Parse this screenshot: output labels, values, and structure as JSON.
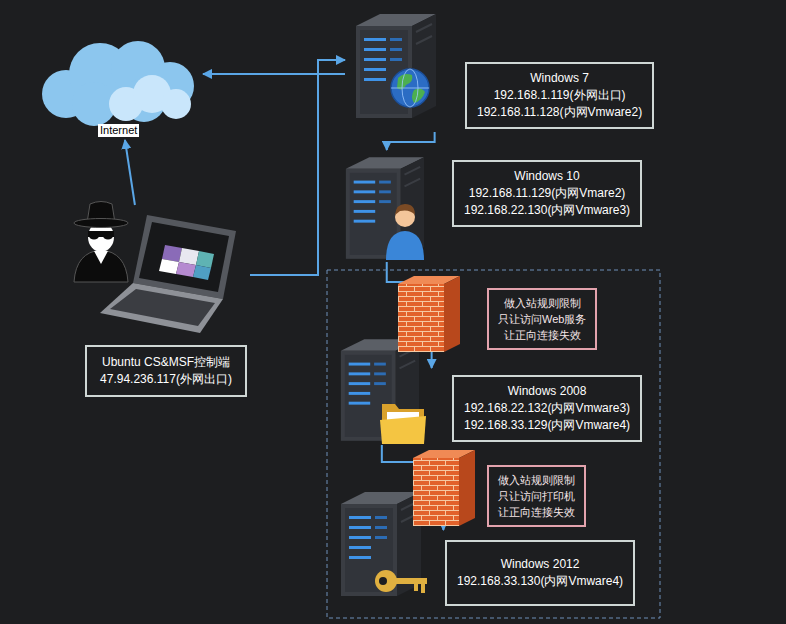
{
  "diagram": {
    "nodes": [
      {
        "text": [
          "Internet"
        ]
      },
      {
        "text": [
          "Windows 7",
          "192.168.1.119(外网出口)",
          "192.168.11.128(内网Vmware2)"
        ]
      },
      {
        "text": [
          "Windows 10",
          "192.168.11.129(内网Vmare2)",
          "192.168.22.130(内网Vmware3)"
        ]
      },
      {
        "text": [
          "Ubuntu CS&MSF控制端",
          "47.94.236.117(外网出口)"
        ]
      },
      {
        "text": [
          "做入站规则限制",
          "只让访问Web服务",
          "让正向连接失效"
        ]
      },
      {
        "text": [
          "Windows 2008",
          "192.168.22.132(内网Vmware3)",
          "192.168.33.129(内网Vmware4)"
        ]
      },
      {
        "text": [
          "做入站规则限制",
          "只让访问打印机",
          "让正向连接失效"
        ]
      },
      {
        "text": [
          "Windows 2012",
          "192.168.33.130(内网Vmware4)"
        ]
      }
    ],
    "edges": [
      {
        "from": 1,
        "to": 0,
        "arrow": "to"
      },
      {
        "from": 3,
        "to": 0,
        "arrow": "to"
      },
      {
        "from": 3,
        "to": 1,
        "arrow": "to"
      },
      {
        "from": 1,
        "to": 2,
        "arrow": "to"
      },
      {
        "from": 2,
        "to": 5,
        "arrow": "to"
      },
      {
        "from": 5,
        "to": 7,
        "arrow": "to"
      }
    ]
  }
}
